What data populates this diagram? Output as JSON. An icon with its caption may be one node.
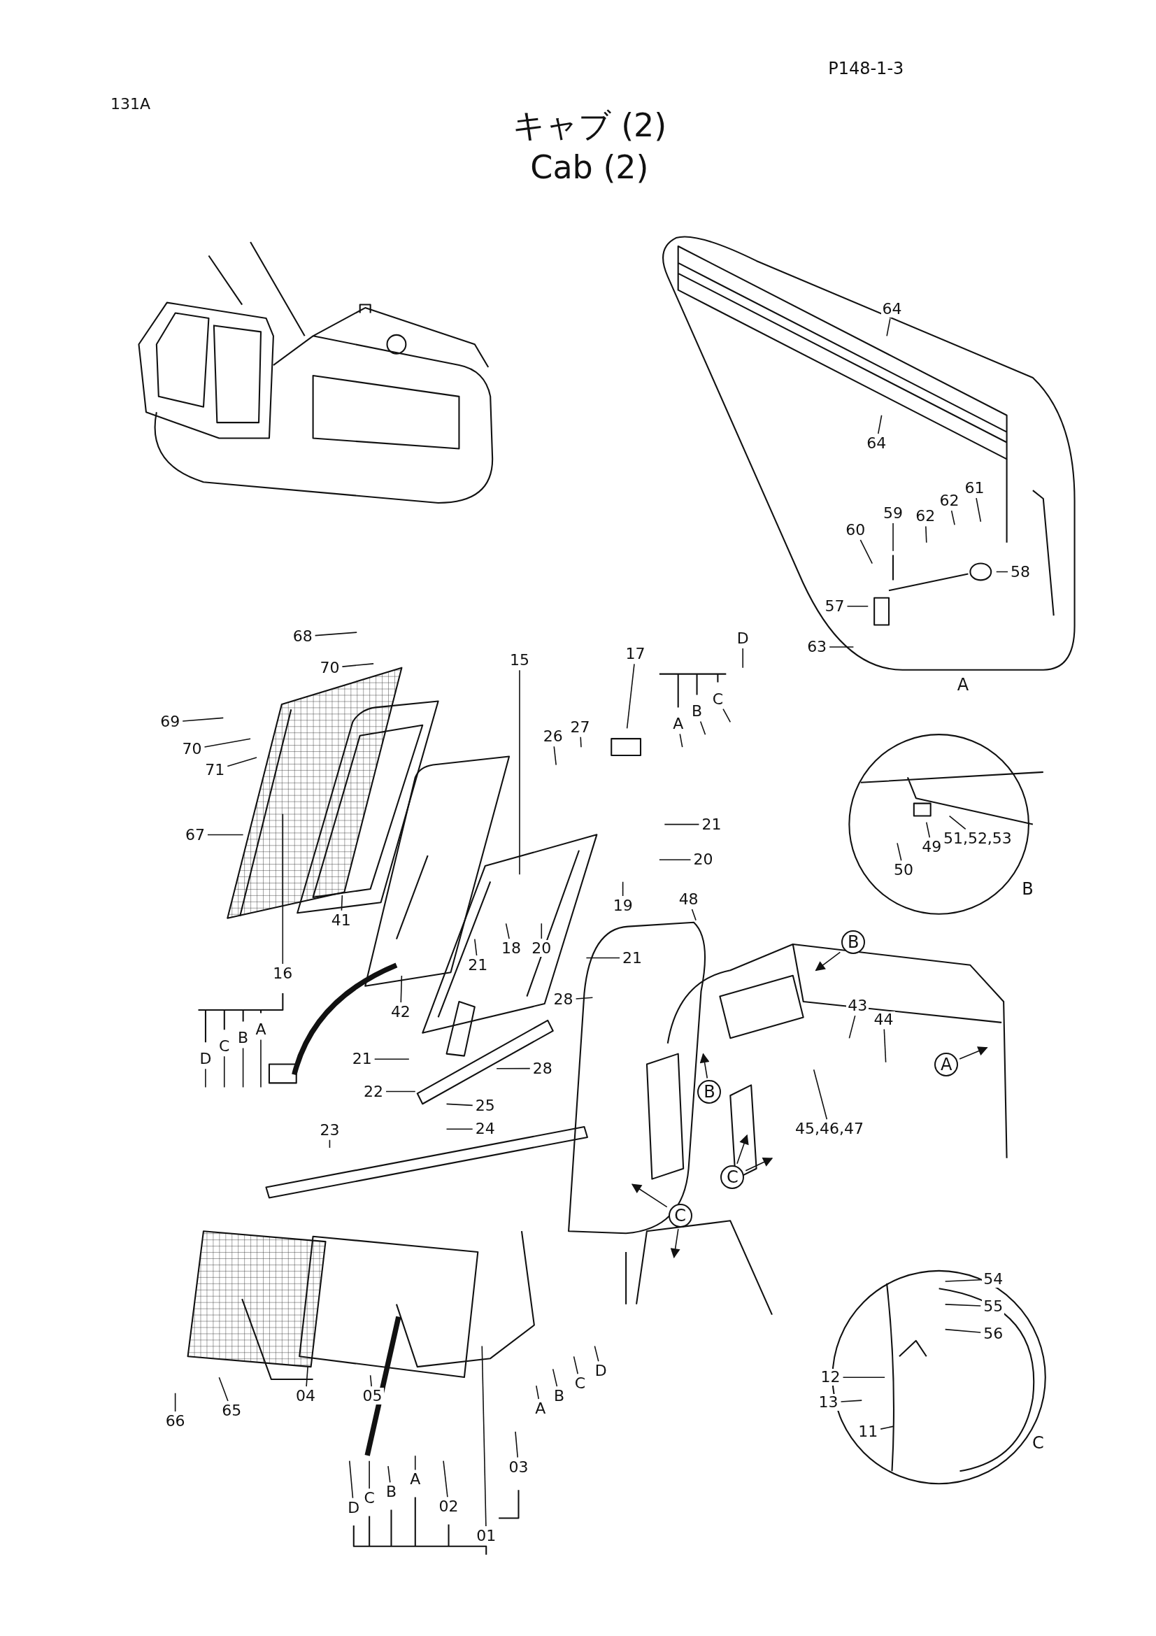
{
  "diagram": {
    "title": "キャブ (2)",
    "nodes": [
      {
        "text": [
          "64"
        ]
      },
      {
        "text": [
          "59"
        ]
      },
      {
        "text": [
          "62"
        ]
      },
      {
        "text": [
          "62"
        ]
      },
      {
        "text": [
          "61"
        ]
      },
      {
        "text": [
          "60"
        ]
      },
      {
        "text": [
          "58"
        ]
      },
      {
        "text": [
          "57"
        ]
      },
      {
        "text": [
          "63"
        ]
      },
      {
        "text": [
          "64"
        ]
      },
      {
        "text": [
          "68"
        ]
      },
      {
        "text": [
          "15"
        ]
      },
      {
        "text": [
          "17"
        ]
      },
      {
        "text": [
          "70"
        ]
      },
      {
        "text": [
          "D"
        ]
      },
      {
        "text": [
          "C"
        ]
      },
      {
        "text": [
          "B"
        ]
      },
      {
        "text": [
          "A"
        ]
      },
      {
        "text": [
          "69"
        ]
      },
      {
        "text": [
          "26"
        ]
      },
      {
        "text": [
          "27"
        ]
      },
      {
        "text": [
          "70"
        ]
      },
      {
        "text": [
          "71"
        ]
      },
      {
        "text": [
          "21"
        ]
      },
      {
        "text": [
          "67"
        ]
      },
      {
        "text": [
          "20"
        ]
      },
      {
        "text": [
          "B"
        ]
      },
      {
        "text": [
          "50"
        ]
      },
      {
        "text": [
          "49"
        ]
      },
      {
        "text": [
          "51,52,53"
        ]
      },
      {
        "text": [
          "48"
        ]
      },
      {
        "text": [
          "19"
        ]
      },
      {
        "text": [
          "41"
        ]
      },
      {
        "text": [
          "18"
        ]
      },
      {
        "text": [
          "20"
        ]
      },
      {
        "text": [
          "21"
        ]
      },
      {
        "text": [
          "21"
        ]
      },
      {
        "text": [
          "16"
        ]
      },
      {
        "text": [
          "43"
        ]
      },
      {
        "text": [
          "28"
        ]
      },
      {
        "text": [
          "44"
        ]
      },
      {
        "text": [
          "42"
        ]
      },
      {
        "text": [
          "D"
        ]
      },
      {
        "text": [
          "C"
        ]
      },
      {
        "text": [
          "B"
        ]
      },
      {
        "text": [
          "A"
        ]
      },
      {
        "text": [
          "21"
        ]
      },
      {
        "text": [
          "A"
        ]
      },
      {
        "text": [
          "28"
        ]
      },
      {
        "text": [
          "B"
        ]
      },
      {
        "text": [
          "22"
        ]
      },
      {
        "text": [
          "25"
        ]
      },
      {
        "text": [
          "45,46,47"
        ]
      },
      {
        "text": [
          "24"
        ]
      },
      {
        "text": [
          "23"
        ]
      },
      {
        "text": [
          "C"
        ]
      },
      {
        "text": [
          "C"
        ]
      },
      {
        "text": [
          "54"
        ]
      },
      {
        "text": [
          "55"
        ]
      },
      {
        "text": [
          "56"
        ]
      },
      {
        "text": [
          "12"
        ]
      },
      {
        "text": [
          "05"
        ]
      },
      {
        "text": [
          "04"
        ]
      },
      {
        "text": [
          "13"
        ]
      },
      {
        "text": [
          "65"
        ]
      },
      {
        "text": [
          "66"
        ]
      },
      {
        "text": [
          "11"
        ]
      },
      {
        "text": [
          "D"
        ]
      },
      {
        "text": [
          "C"
        ]
      },
      {
        "text": [
          "B"
        ]
      },
      {
        "text": [
          "A"
        ]
      },
      {
        "text": [
          "03"
        ]
      },
      {
        "text": [
          "A"
        ]
      },
      {
        "text": [
          "D"
        ]
      },
      {
        "text": [
          "C"
        ]
      },
      {
        "text": [
          "B"
        ]
      },
      {
        "text": [
          "02"
        ]
      },
      {
        "text": [
          "01"
        ]
      }
    ],
    "edges": [
      {
        "from": 0,
        "to": null,
        "arrow": "none"
      },
      {
        "from": 1,
        "to": null,
        "arrow": "none"
      },
      {
        "from": 2,
        "to": null,
        "arrow": "none"
      },
      {
        "from": 3,
        "to": null,
        "arrow": "none"
      },
      {
        "from": 4,
        "to": null,
        "arrow": "none"
      },
      {
        "from": 5,
        "to": null,
        "arrow": "none"
      },
      {
        "from": 6,
        "to": null,
        "arrow": "none"
      },
      {
        "from": 7,
        "to": null,
        "arrow": "none"
      },
      {
        "from": 8,
        "to": null,
        "arrow": "none"
      },
      {
        "from": 9,
        "to": null,
        "arrow": "none"
      },
      {
        "from": 10,
        "to": null,
        "arrow": "none"
      },
      {
        "from": 11,
        "to": null,
        "arrow": "none"
      },
      {
        "from": 12,
        "to": null,
        "arrow": "none"
      },
      {
        "from": 13,
        "to": null,
        "arrow": "none"
      },
      {
        "from": 14,
        "to": null,
        "arrow": "none"
      },
      {
        "from": 15,
        "to": null,
        "arrow": "none"
      },
      {
        "from": 16,
        "to": null,
        "arrow": "none"
      },
      {
        "from": 17,
        "to": null,
        "arrow": "none"
      },
      {
        "from": 18,
        "to": null,
        "arrow": "none"
      },
      {
        "from": 19,
        "to": null,
        "arrow": "none"
      },
      {
        "from": 20,
        "to": null,
        "arrow": "none"
      },
      {
        "from": 21,
        "to": null,
        "arrow": "none"
      },
      {
        "from": 22,
        "to": null,
        "arrow": "none"
      },
      {
        "from": 23,
        "to": null,
        "arrow": "none"
      },
      {
        "from": 24,
        "to": null,
        "arrow": "none"
      },
      {
        "from": 25,
        "to": null,
        "arrow": "none"
      },
      {
        "from": 26,
        "to": null,
        "arrow": "to"
      },
      {
        "from": 27,
        "to": null,
        "arrow": "none"
      },
      {
        "from": 28,
        "to": null,
        "arrow": "none"
      },
      {
        "from": 29,
        "to": null,
        "arrow": "none"
      },
      {
        "from": 30,
        "to": null,
        "arrow": "none"
      },
      {
        "from": 31,
        "to": null,
        "arrow": "none"
      },
      {
        "from": 32,
        "to": null,
        "arrow": "none"
      },
      {
        "from": 33,
        "to": null,
        "arrow": "none"
      },
      {
        "from": 34,
        "to": null,
        "arrow": "none"
      },
      {
        "from": 35,
        "to": null,
        "arrow": "none"
      },
      {
        "from": 36,
        "to": null,
        "arrow": "none"
      },
      {
        "from": 37,
        "to": null,
        "arrow": "none"
      },
      {
        "from": 38,
        "to": null,
        "arrow": "none"
      },
      {
        "from": 39,
        "to": null,
        "arrow": "none"
      },
      {
        "from": 40,
        "to": null,
        "arrow": "none"
      },
      {
        "from": 41,
        "to": null,
        "arrow": "none"
      },
      {
        "from": 42,
        "to": null,
        "arrow": "none"
      },
      {
        "from": 43,
        "to": null,
        "arrow": "none"
      },
      {
        "from": 44,
        "to": null,
        "arrow": "none"
      },
      {
        "from": 45,
        "to": null,
        "arrow": "none"
      },
      {
        "from": 46,
        "to": null,
        "arrow": "none"
      },
      {
        "from": 47,
        "to": null,
        "arrow": "to"
      },
      {
        "from": 48,
        "to": null,
        "arrow": "none"
      },
      {
        "from": 49,
        "to": null,
        "arrow": "to"
      },
      {
        "from": 50,
        "to": null,
        "arrow": "none"
      },
      {
        "from": 51,
        "to": null,
        "arrow": "none"
      },
      {
        "from": 52,
        "to": null,
        "arrow": "none"
      },
      {
        "from": 53,
        "to": null,
        "arrow": "none"
      },
      {
        "from": 54,
        "to": null,
        "arrow": "none"
      },
      {
        "from": 55,
        "to": null,
        "arrow": "to"
      },
      {
        "from": 56,
        "to": null,
        "arrow": "to"
      },
      {
        "from": 57,
        "to": null,
        "arrow": "none"
      },
      {
        "from": 58,
        "to": null,
        "arrow": "none"
      },
      {
        "from": 59,
        "to": null,
        "arrow": "none"
      },
      {
        "from": 60,
        "to": null,
        "arrow": "none"
      },
      {
        "from": 61,
        "to": null,
        "arrow": "none"
      },
      {
        "from": 62,
        "to": null,
        "arrow": "none"
      },
      {
        "from": 63,
        "to": null,
        "arrow": "none"
      },
      {
        "from": 64,
        "to": null,
        "arrow": "none"
      },
      {
        "from": 65,
        "to": null,
        "arrow": "none"
      },
      {
        "from": 66,
        "to": null,
        "arrow": "none"
      },
      {
        "from": 67,
        "to": null,
        "arrow": "none"
      },
      {
        "from": 68,
        "to": null,
        "arrow": "none"
      },
      {
        "from": 69,
        "to": null,
        "arrow": "none"
      },
      {
        "from": 70,
        "to": null,
        "arrow": "none"
      },
      {
        "from": 71,
        "to": null,
        "arrow": "none"
      },
      {
        "from": 72,
        "to": null,
        "arrow": "none"
      },
      {
        "from": 73,
        "to": null,
        "arrow": "none"
      },
      {
        "from": 74,
        "to": null,
        "arrow": "none"
      },
      {
        "from": 75,
        "to": null,
        "arrow": "none"
      },
      {
        "from": 76,
        "to": null,
        "arrow": "none"
      },
      {
        "from": 77,
        "to": null,
        "arrow": "none"
      },
      {
        "from": 55,
        "to": null,
        "arrow": "to"
      },
      {
        "from": 56,
        "to": null,
        "arrow": "to"
      }
    ],
    "labels": [
      "P148-1-3",
      "131A",
      "Cab (2)",
      "A",
      "B",
      "C"
    ]
  }
}
